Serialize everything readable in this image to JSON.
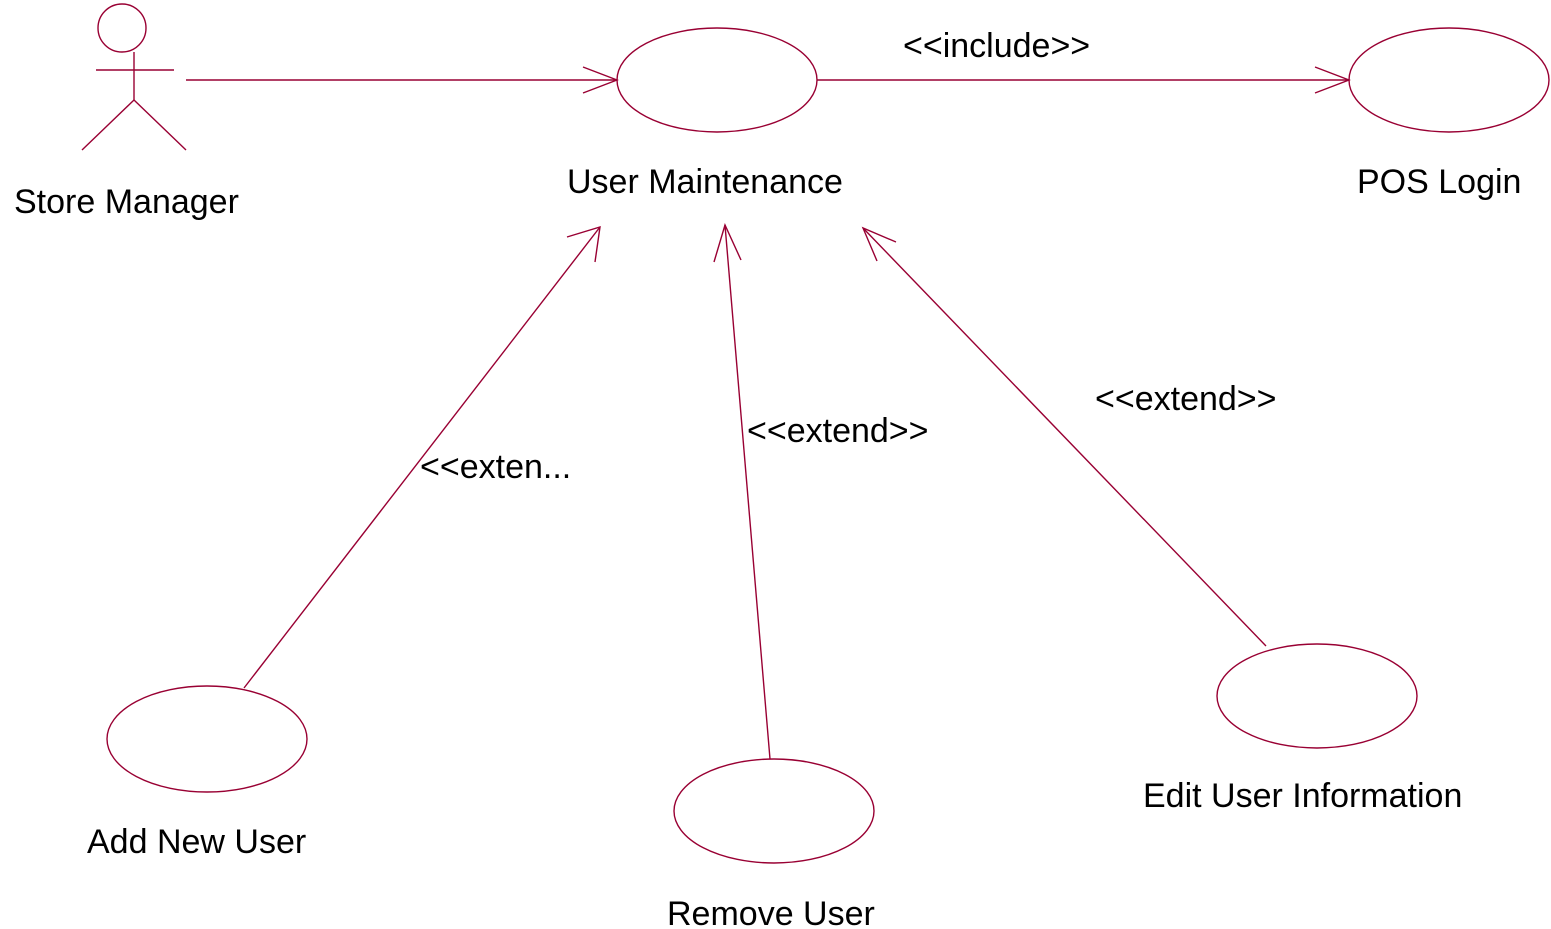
{
  "colors": {
    "line": "#990033",
    "text": "#000000",
    "background": "#ffffff"
  },
  "actor": {
    "label": "Store Manager"
  },
  "use_cases": {
    "user_maintenance": "User Maintenance",
    "pos_login": "POS Login",
    "add_new_user": "Add New User",
    "remove_user": "Remove User",
    "edit_user_information": "Edit User Information"
  },
  "relationships": {
    "include": "<<include>>",
    "extend_add": "<<exten...",
    "extend_remove": "<<extend>>",
    "extend_edit": "<<extend>>"
  }
}
